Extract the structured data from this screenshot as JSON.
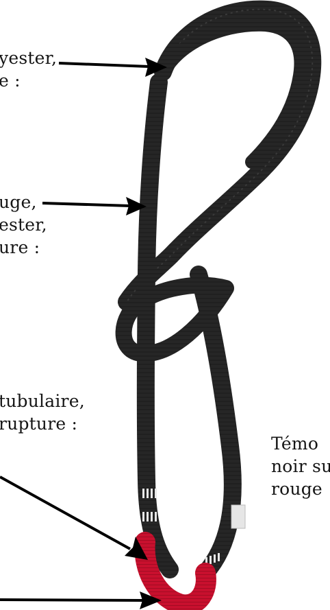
{
  "annotations": {
    "label_1": {
      "lines": [
        "yester,",
        "e :"
      ]
    },
    "label_2": {
      "lines": [
        "uge,",
        "ester,",
        "ure :"
      ]
    },
    "label_3": {
      "lines": [
        "tubulaire,",
        "rupture :"
      ]
    },
    "label_4": {
      "lines": [
        "Témo",
        "noir su",
        "rouge"
      ]
    }
  },
  "colors": {
    "sling_black": "#222222",
    "sling_red": "#c8102e",
    "arrow": "#000000",
    "text": "#151515"
  },
  "icons": {
    "arrows": [
      "arrow-right-icon",
      "arrow-right-icon",
      "arrow-down-right-icon",
      "arrow-right-icon"
    ]
  }
}
